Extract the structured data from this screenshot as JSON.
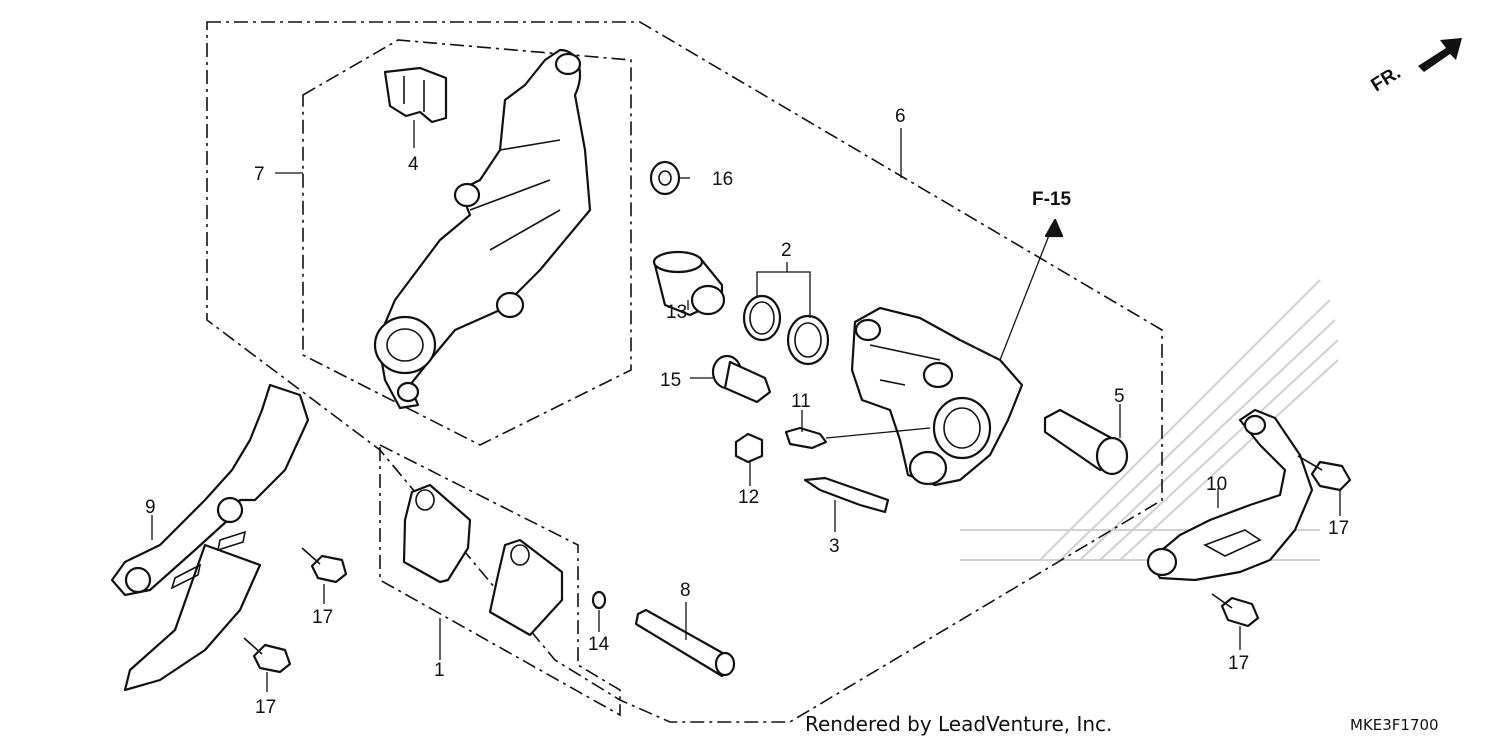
{
  "diagram": {
    "callouts": {
      "c1": "1",
      "c2": "2",
      "c3": "3",
      "c4": "4",
      "c5": "5",
      "c6": "6",
      "c7": "7",
      "c8": "8",
      "c9": "9",
      "c10": "10",
      "c11": "11",
      "c12": "12",
      "c13": "13",
      "c14": "14",
      "c15": "15",
      "c16": "16",
      "c17a": "17",
      "c17b": "17",
      "c17c": "17",
      "c17d": "17"
    },
    "reference_label": "F-15",
    "direction_label": "FR.",
    "watermark_icon": "honda-wing-logo-icon"
  },
  "footer": {
    "credit": "Rendered by LeadVenture, Inc.",
    "drawing_code": "MKE3F1700"
  }
}
